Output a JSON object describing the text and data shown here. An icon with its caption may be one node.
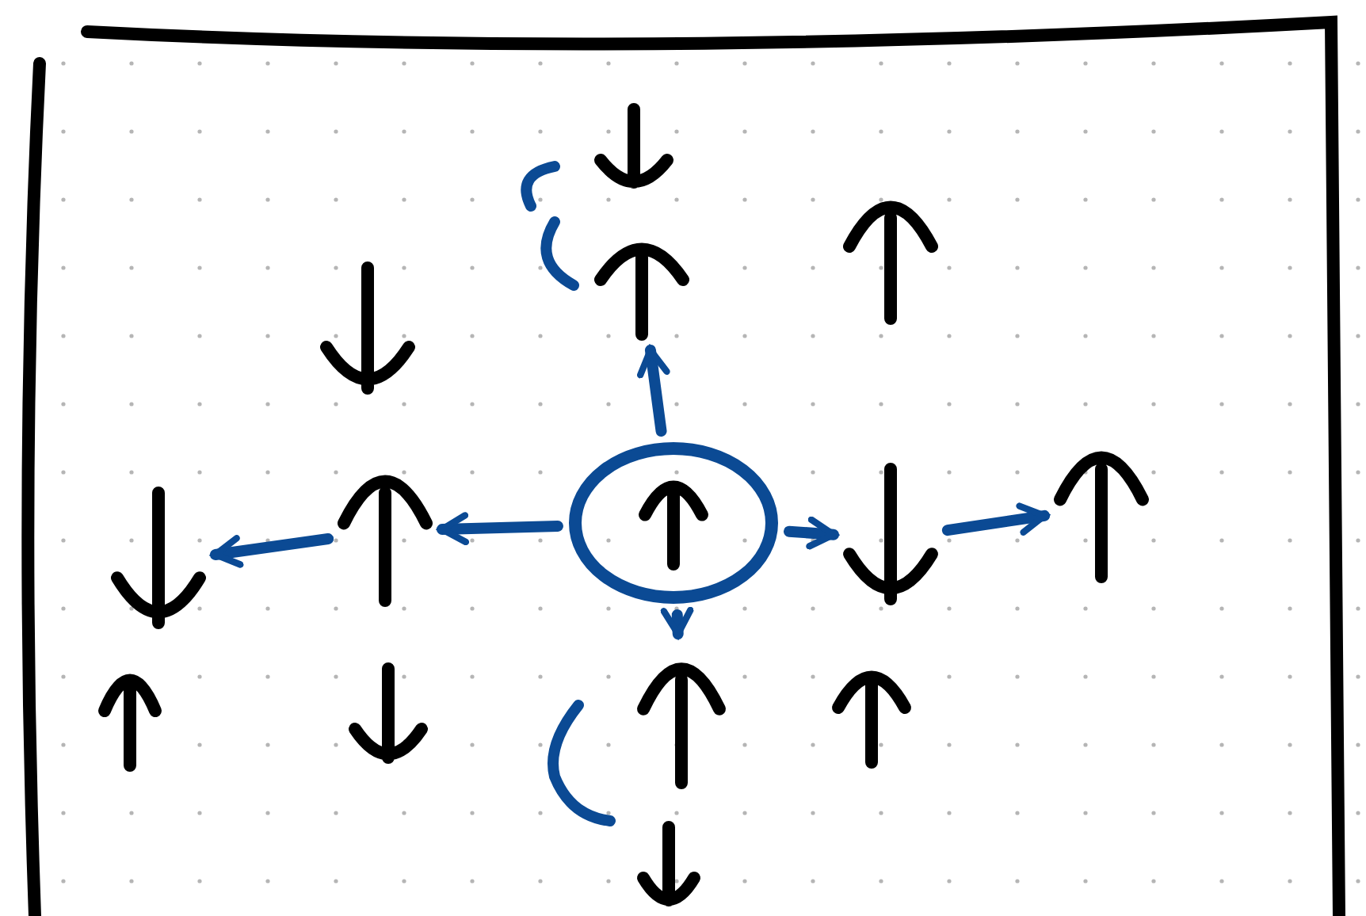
{
  "diagram": {
    "nodes": [
      {
        "text": [],
        "shape": "circle"
      },
      {
        "text": [],
        "shape": "arrow"
      },
      {
        "text": [],
        "shape": "arrow"
      },
      {
        "text": [],
        "shape": "arrow"
      },
      {
        "text": [],
        "shape": "arrow"
      },
      {
        "text": [],
        "shape": "arrow"
      },
      {
        "text": [],
        "shape": "arrow"
      }
    ],
    "edges": [
      {
        "from": 0,
        "to": 1,
        "arrow": "to"
      },
      {
        "from": 1,
        "to": 2,
        "arrow": "to"
      },
      {
        "from": 0,
        "to": 3,
        "arrow": "to"
      },
      {
        "from": 3,
        "to": 4,
        "arrow": "to"
      },
      {
        "from": 0,
        "to": 5,
        "arrow": "to"
      },
      {
        "from": 0,
        "to": 6,
        "arrow": "to"
      }
    ]
  }
}
